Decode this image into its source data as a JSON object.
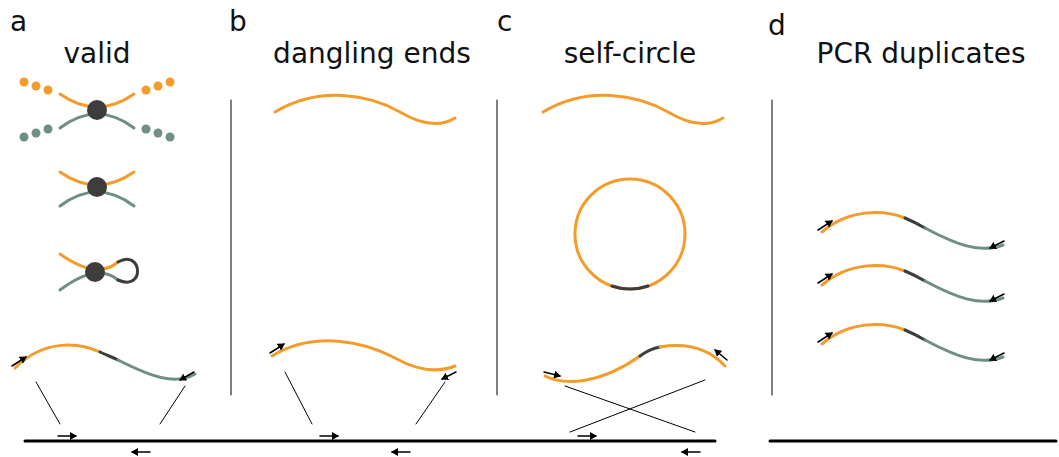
{
  "diagram": {
    "labels": [
      "a",
      "valid",
      "b",
      "dangling ends",
      "c",
      "self-circle",
      "d",
      "PCR duplicates"
    ]
  }
}
